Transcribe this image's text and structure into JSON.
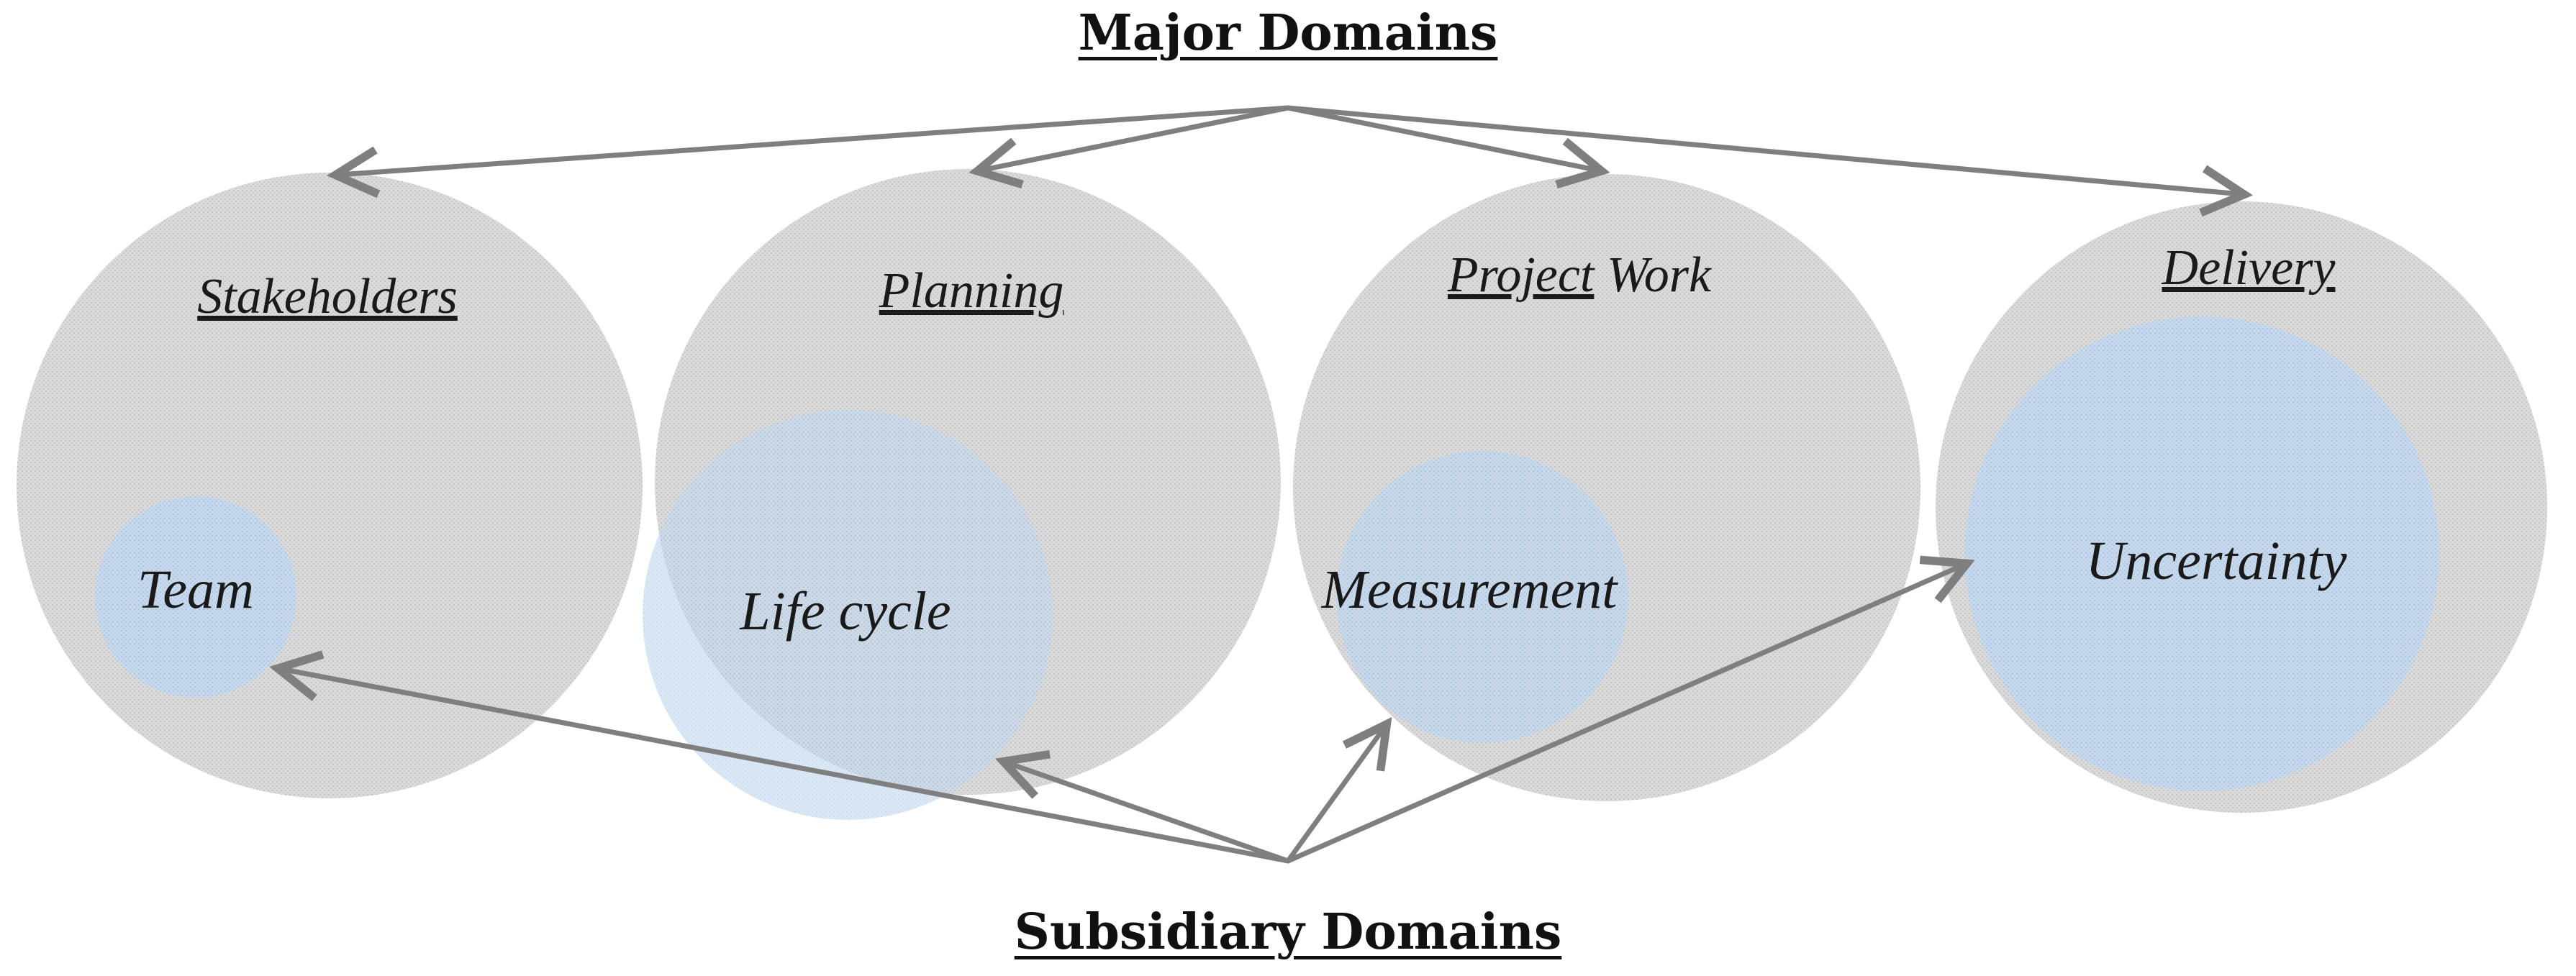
{
  "headings": {
    "major": "Major Domains",
    "subsidiary": "Subsidiary Domains"
  },
  "major_domains": [
    {
      "id": "stakeholders",
      "label": "Stakeholders",
      "underline": true
    },
    {
      "id": "planning",
      "label": "Planning",
      "underline": true
    },
    {
      "id": "project-work",
      "label_part1": "Project",
      "label_part2": "Work",
      "underline_part1": true
    },
    {
      "id": "delivery",
      "label": "Delivery",
      "underline": true
    }
  ],
  "subsidiary_domains": [
    {
      "id": "team",
      "label": "Team",
      "parent": "stakeholders"
    },
    {
      "id": "life-cycle",
      "label": "Life cycle",
      "parent": "planning"
    },
    {
      "id": "measurement",
      "label": "Measurement",
      "parent": "project-work"
    },
    {
      "id": "uncertainty",
      "label": "Uncertainty",
      "parent": "delivery"
    }
  ],
  "colors": {
    "major_circle_fill": "#d9d9d9",
    "subsidiary_circle_fill": "#b8cfe6",
    "arrow": "#7f7f7f",
    "text": "#111111"
  }
}
